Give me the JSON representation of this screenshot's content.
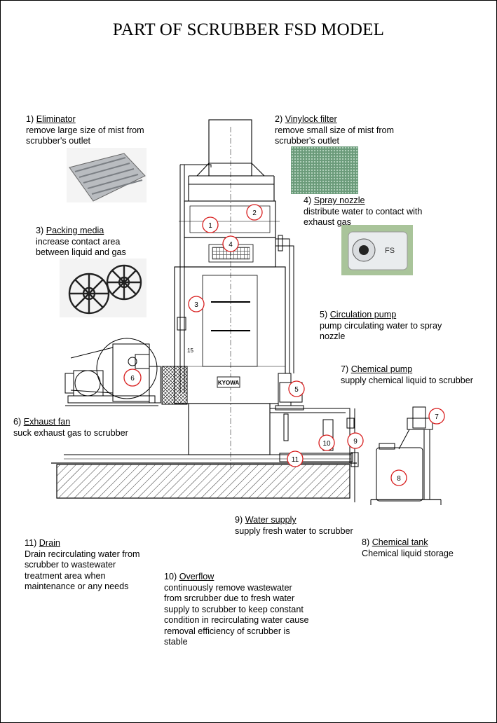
{
  "title": "PART OF SCRUBBER FSD MODEL",
  "parts": [
    {
      "num": "1)",
      "name": "Eliminator",
      "desc": [
        "remove large size of  mist from",
        "scrubber's outlet"
      ]
    },
    {
      "num": "2)",
      "name": "Vinylock filter",
      "desc": [
        "remove small size of mist from",
        "scrubber's outlet"
      ]
    },
    {
      "num": "3)",
      "name": "Packing media",
      "desc": [
        "increase contact area",
        "between liquid and gas"
      ]
    },
    {
      "num": "4)",
      "name": "Spray nozzle",
      "desc": [
        "distribute water to contact with",
        "exhaust gas"
      ]
    },
    {
      "num": "5)",
      "name": "Circulation pump",
      "desc": [
        "pump circulating water to spray",
        "nozzle"
      ]
    },
    {
      "num": "6)",
      "name": "Exhaust fan",
      "desc": [
        "suck exhaust gas to scrubber"
      ]
    },
    {
      "num": "7)",
      "name": "Chemical  pump",
      "desc": [
        "supply chemical liquid to scrubber"
      ]
    },
    {
      "num": "8)",
      "name": "Chemical tank",
      "desc": [
        "Chemical liquid storage"
      ]
    },
    {
      "num": "9)",
      "name": "Water supply",
      "desc": [
        "supply fresh water to scrubber"
      ]
    },
    {
      "num": "10)",
      "name": "Overflow",
      "desc": [
        "continuously remove wastewater",
        "from srcrubber due to  fresh water",
        "supply to scrubber to keep constant",
        "condition in recirculating water cause",
        "removal efficiency of scrubber is",
        "stable"
      ]
    },
    {
      "num": "11)",
      "name": "Drain",
      "desc": [
        "Drain recirculating water from",
        "scrubber to wastewater",
        "treatment area when",
        "maintenance or any needs"
      ]
    }
  ],
  "callouts": [
    "1",
    "2",
    "3",
    "4",
    "5",
    "6",
    "7",
    "8",
    "9",
    "10",
    "11"
  ],
  "drawing_texts": {
    "brand": "KYOWA",
    "dimension": "15",
    "nozzle_marking": "FS"
  },
  "colors": {
    "callout_circle": "#d81e1e",
    "line": "#000000",
    "foundation_hatch": "#000000"
  }
}
